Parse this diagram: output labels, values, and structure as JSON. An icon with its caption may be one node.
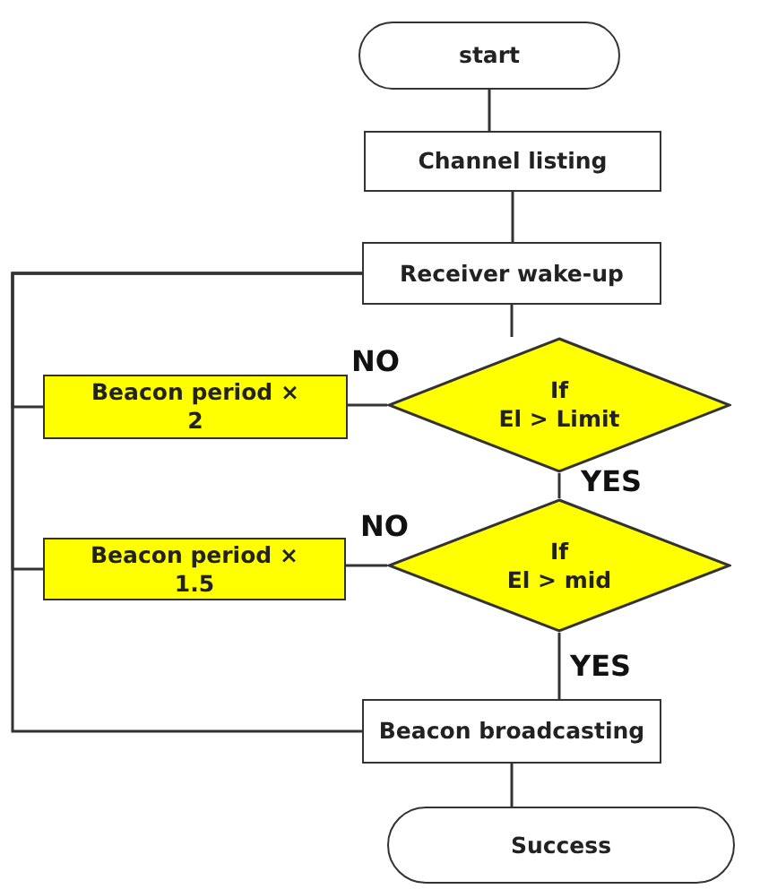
{
  "diagram": {
    "nodes": [
      {
        "text": [
          "start"
        ]
      },
      {
        "text": [
          "Channel listing"
        ]
      },
      {
        "text": [
          "Receiver wake-up"
        ]
      },
      {
        "text": [
          "Beacon period × 2"
        ]
      },
      {
        "text": [
          "If",
          "El > Limit"
        ]
      },
      {
        "text": [
          "Beacon period × 1.5"
        ]
      },
      {
        "text": [
          "If",
          "El > mid"
        ]
      },
      {
        "text": [
          "Beacon broadcasting"
        ]
      },
      {
        "text": [
          "Success"
        ]
      }
    ],
    "edges": [
      {
        "from": 0,
        "to": 1,
        "arrow": "none"
      },
      {
        "from": 1,
        "to": 2,
        "arrow": "none"
      },
      {
        "from": 2,
        "to": 4,
        "arrow": "none"
      },
      {
        "from": 4,
        "to": 3,
        "arrow": "none",
        "label": "NO"
      },
      {
        "from": 4,
        "to": 6,
        "arrow": "none",
        "label": "YES"
      },
      {
        "from": 6,
        "to": 5,
        "arrow": "none",
        "label": "NO"
      },
      {
        "from": 6,
        "to": 7,
        "arrow": "none",
        "label": "YES"
      },
      {
        "from": 7,
        "to": 8,
        "arrow": "none"
      },
      {
        "from": 3,
        "to": 2,
        "arrow": "none"
      },
      {
        "from": 5,
        "to": 2,
        "arrow": "none"
      },
      {
        "from": 7,
        "to": 2,
        "arrow": "none"
      }
    ]
  }
}
